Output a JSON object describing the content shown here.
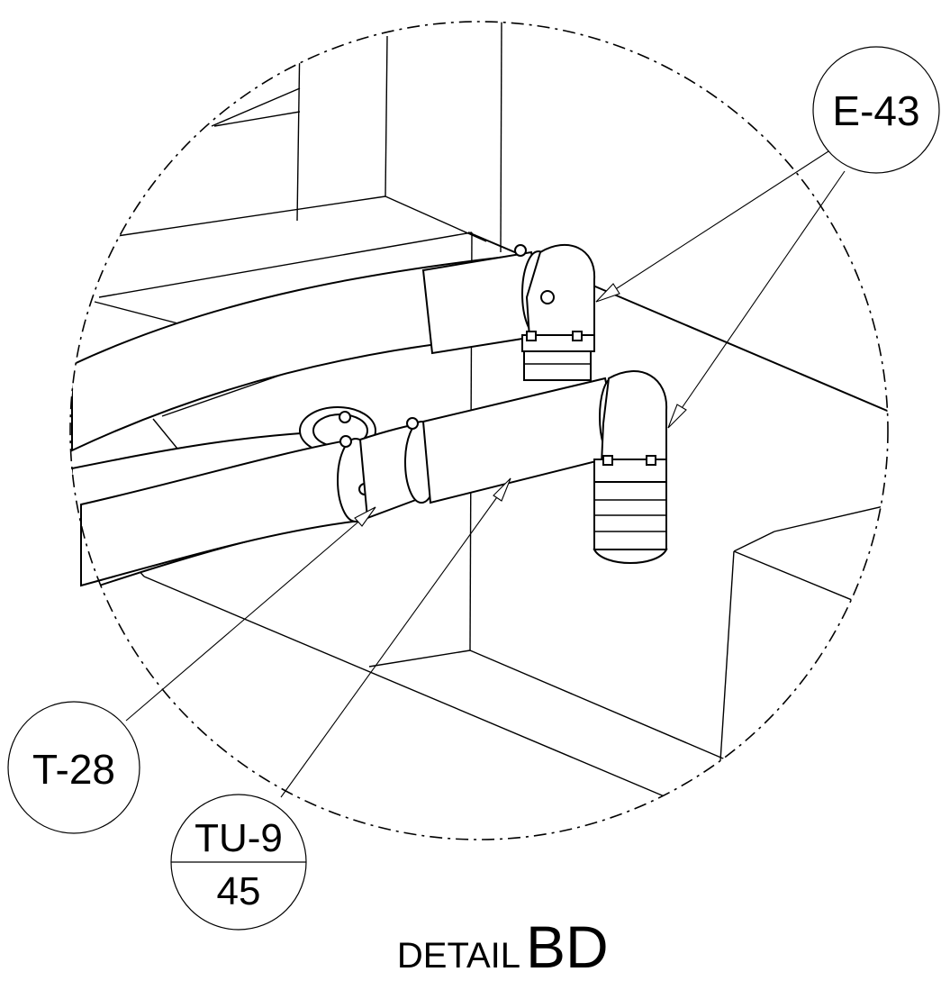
{
  "detail": {
    "prefix": "DETAIL",
    "id": "BD"
  },
  "callouts": {
    "elbow": {
      "label": "E-43"
    },
    "tee": {
      "label": "T-28"
    },
    "tube": {
      "top": "TU-9",
      "bottom": "45"
    }
  }
}
